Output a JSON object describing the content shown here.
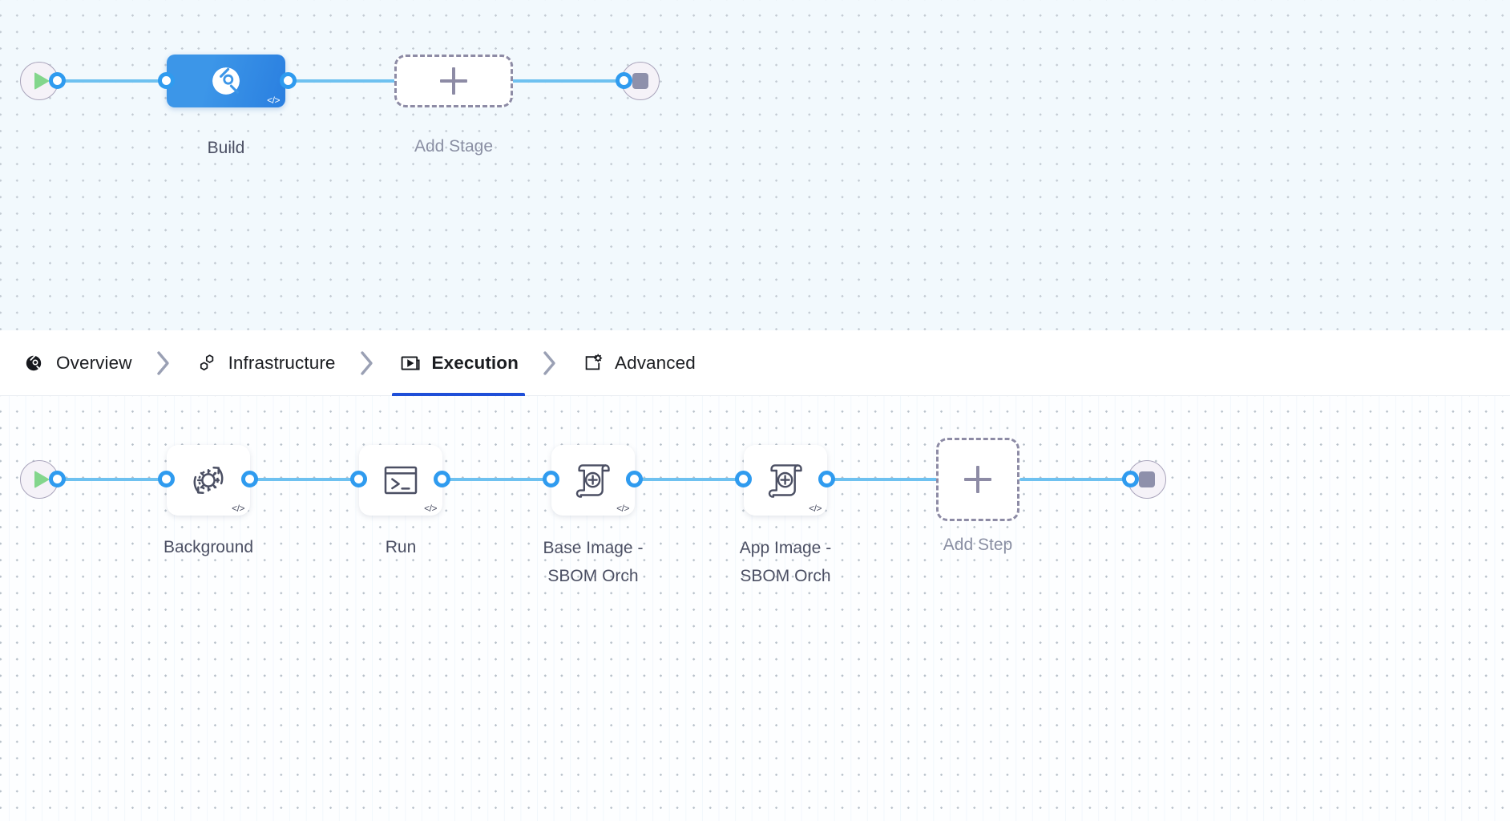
{
  "stage_canvas": {
    "start_node": {
      "icon": "play-icon",
      "name": "pipeline-start"
    },
    "stages": [
      {
        "label": "Build",
        "icon": "ci-build-icon",
        "badge": "</>"
      }
    ],
    "add_stage": {
      "label": "Add Stage",
      "icon": "plus-icon"
    },
    "end_node": {
      "icon": "stop-icon",
      "name": "pipeline-end"
    }
  },
  "tabs": {
    "separator": "chevron-right-icon",
    "items": [
      {
        "label": "Overview",
        "icon": "overview-pie-icon",
        "active": false
      },
      {
        "label": "Infrastructure",
        "icon": "hexagon-cluster-icon",
        "active": false
      },
      {
        "label": "Execution",
        "icon": "execution-play-box-icon",
        "active": true
      },
      {
        "label": "Advanced",
        "icon": "advanced-gear-box-icon",
        "active": false
      }
    ],
    "active_underline_color": "#1f4fd8"
  },
  "step_canvas": {
    "start_node": {
      "icon": "play-icon",
      "name": "execution-start"
    },
    "steps": [
      {
        "label": "Background",
        "label2": "",
        "icon": "gear-refresh-icon",
        "badge": "</>"
      },
      {
        "label": "Run",
        "label2": "",
        "icon": "terminal-icon",
        "badge": "</>"
      },
      {
        "label": "Base Image -",
        "label2": "SBOM Orch",
        "icon": "scroll-plus-icon",
        "badge": "</>"
      },
      {
        "label": "App Image -",
        "label2": "SBOM Orch",
        "icon": "scroll-plus-icon",
        "badge": "</>"
      }
    ],
    "add_step": {
      "label": "Add Step",
      "icon": "plus-icon"
    },
    "end_node": {
      "icon": "stop-icon",
      "name": "execution-end"
    }
  },
  "colors": {
    "edge": "#6ec1f0",
    "connector": "#2f9bef",
    "stage_gradient_from": "#3c96e8",
    "stage_gradient_to": "#2a7fe0",
    "accent": "#1f4fd8",
    "play_green": "#83d68c",
    "stop_gray": "#8e90ab"
  }
}
